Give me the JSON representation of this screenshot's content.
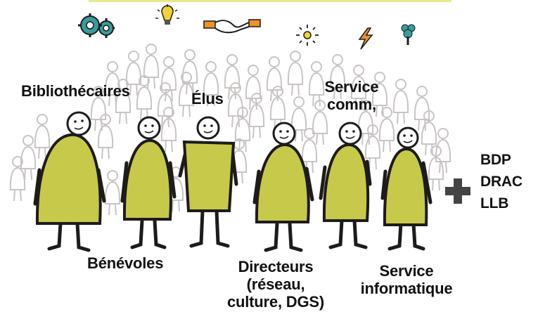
{
  "groups": {
    "bibliothecaires": "Bibliothécaires",
    "benevoles": "Bénévoles",
    "elus": "Élus",
    "directeurs": [
      "Directeurs",
      "(réseau,",
      "culture, DGS)"
    ],
    "service_comm": [
      "Service",
      "comm,"
    ],
    "service_informatique": [
      "Service",
      "informatique"
    ]
  },
  "partners": [
    "BDP",
    "DRAC",
    "LLB"
  ],
  "colors": {
    "body_fill": "#c7c94a",
    "outline": "#1c1c1c",
    "background_crowd": "#c9c4c4",
    "icon_teal": "#3a9b9f",
    "icon_orange": "#f0902a",
    "icon_yellow": "#f2d23a",
    "accent_rule": "#e6ea8a"
  },
  "icons": [
    "gears-icon",
    "lightbulb-icon",
    "handshake-icon",
    "sun-icon",
    "lightning-icon",
    "tree-icon"
  ]
}
